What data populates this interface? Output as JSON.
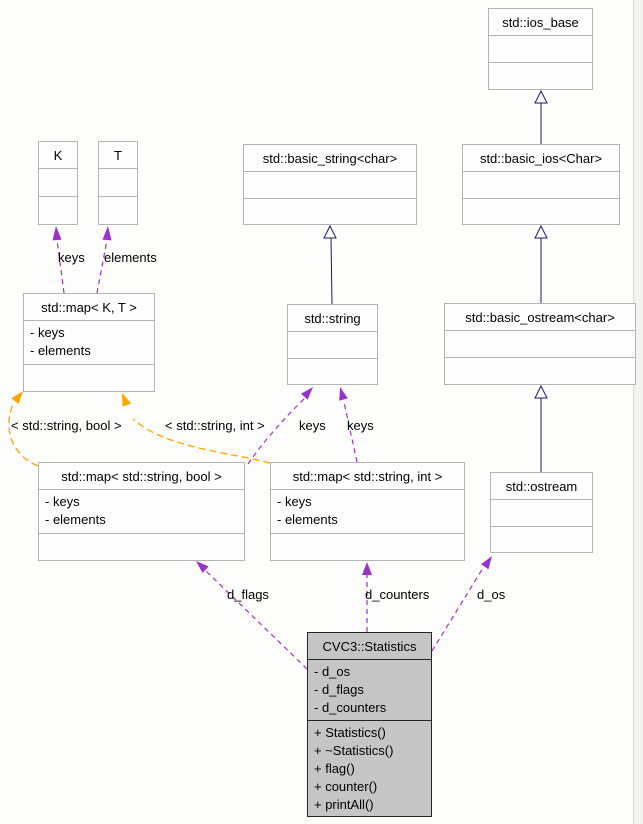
{
  "colors": {
    "inheritance_edge": "#191970",
    "usage_edge": "#9a32cd",
    "template_edge": "#ffa500",
    "node_border": "#b4b4b4",
    "node_background": "#fefefe",
    "focus_node_background": "#c5c5c5",
    "focus_node_border": "#242424"
  },
  "classes": {
    "ios_base": {
      "title": "std::ios_base",
      "attributes": [],
      "methods": []
    },
    "k": {
      "title": "K",
      "attributes": [],
      "methods": []
    },
    "t": {
      "title": "T",
      "attributes": [],
      "methods": []
    },
    "basic_string": {
      "title": "std::basic_string<char>",
      "attributes": [],
      "methods": []
    },
    "basic_ios": {
      "title": "std::basic_ios<Char>",
      "attributes": [],
      "methods": []
    },
    "map_kt": {
      "title": "std::map< K, T >",
      "attributes": [
        "- keys",
        "- elements"
      ],
      "methods": []
    },
    "string": {
      "title": "std::string",
      "attributes": [],
      "methods": []
    },
    "basic_ostream": {
      "title": "std::basic_ostream<char>",
      "attributes": [],
      "methods": []
    },
    "map_bool": {
      "title": "std::map< std::string, bool >",
      "attributes": [
        "- keys",
        "- elements"
      ],
      "methods": []
    },
    "map_int": {
      "title": "std::map< std::string, int >",
      "attributes": [
        "- keys",
        "- elements"
      ],
      "methods": []
    },
    "ostream": {
      "title": "std::ostream",
      "attributes": [],
      "methods": []
    },
    "statistics": {
      "title": "CVC3::Statistics",
      "attributes": [
        "- d_os",
        "- d_flags",
        "- d_counters"
      ],
      "methods": [
        "+ Statistics()",
        "+ ~Statistics()",
        "+ flag()",
        "+ counter()",
        "+ printAll()"
      ]
    }
  },
  "edge_labels": {
    "kt_keys": "keys",
    "kt_elements": "elements",
    "bool_keys": "keys",
    "int_keys": "keys",
    "template_bool": "< std::string, bool >",
    "template_int": "< std::string, int >",
    "d_flags": "d_flags",
    "d_counters": "d_counters",
    "d_os": "d_os"
  }
}
